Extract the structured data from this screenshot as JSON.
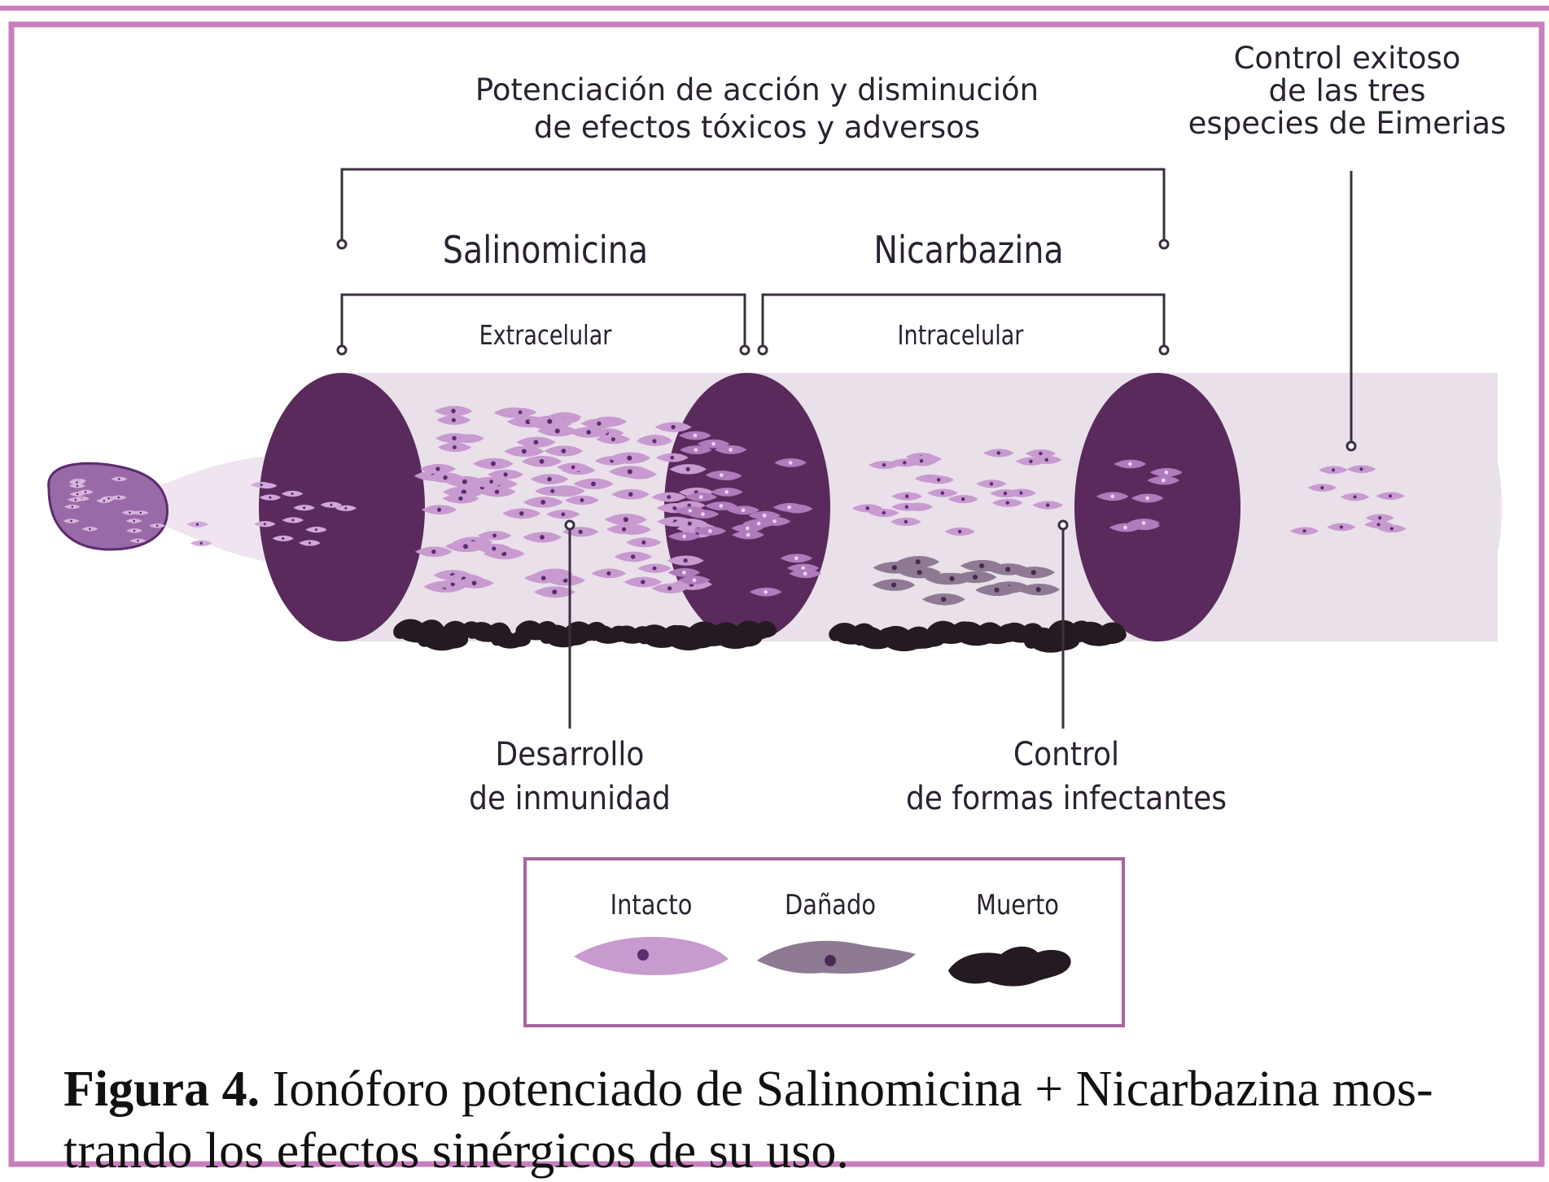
{
  "labels": {
    "top_effect_line1": "Potenciación de acción y disminución",
    "top_effect_line2": "de efectos tóxicos y adversos",
    "success_line1": "Control exitoso",
    "success_line2": "de las tres",
    "success_line3": "especies de Eimerias",
    "drug1": "Salinomicina",
    "drug2": "Nicarbazina",
    "site1": "Extracelular",
    "site2": "Intracelular",
    "immunity_line1": "Desarrollo",
    "immunity_line2": "de inmunidad",
    "control_line1": "Control",
    "control_line2": "de formas infectantes"
  },
  "legend": {
    "intact": "Intacto",
    "damaged": "Dañado",
    "dead": "Muerto"
  },
  "caption": {
    "prefix": "Figura 4.",
    "text": " Ionóforo potenciado de Salinomicina + Nicarbazina mos-trando los efectos sinérgicos de su uso."
  },
  "colors": {
    "border": "#c77fbd",
    "tube": "#e8dfe8",
    "disc": "#5a2a5c",
    "intact_cell": "#c89ad0",
    "damaged_cell": "#8e7a92",
    "dead_cell": "#231a22",
    "nucleus": "#5b2c6f"
  }
}
